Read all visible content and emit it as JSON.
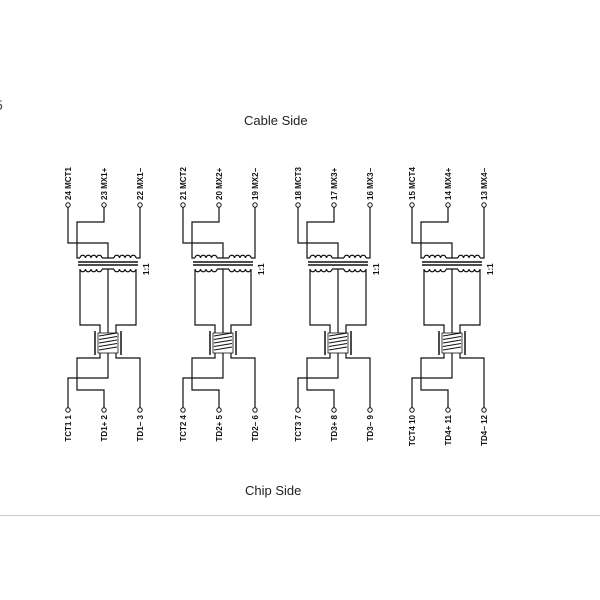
{
  "edge_fragment": "5",
  "cable_side_label": "Cable Side",
  "chip_side_label": "Chip Side",
  "ratio_label": "1:1",
  "channels": [
    {
      "top": [
        {
          "num": "24",
          "label": "MCT1"
        },
        {
          "num": "23",
          "label": "MX1+"
        },
        {
          "num": "22",
          "label": "MX1−"
        }
      ],
      "bottom": [
        {
          "num": "1",
          "label": "TCT1"
        },
        {
          "num": "2",
          "label": "TD1+"
        },
        {
          "num": "3",
          "label": "TD1−"
        }
      ]
    },
    {
      "top": [
        {
          "num": "21",
          "label": "MCT2"
        },
        {
          "num": "20",
          "label": "MX2+"
        },
        {
          "num": "19",
          "label": "MX2−"
        }
      ],
      "bottom": [
        {
          "num": "4",
          "label": "TCT2"
        },
        {
          "num": "5",
          "label": "TD2+"
        },
        {
          "num": "6",
          "label": "TD2−"
        }
      ]
    },
    {
      "top": [
        {
          "num": "18",
          "label": "MCT3"
        },
        {
          "num": "17",
          "label": "MX3+"
        },
        {
          "num": "16",
          "label": "MX3−"
        }
      ],
      "bottom": [
        {
          "num": "7",
          "label": "TCT3"
        },
        {
          "num": "8",
          "label": "TD3+"
        },
        {
          "num": "9",
          "label": "TD3−"
        }
      ]
    },
    {
      "top": [
        {
          "num": "15",
          "label": "MCT4"
        },
        {
          "num": "14",
          "label": "MX4+"
        },
        {
          "num": "13",
          "label": "MX4−"
        }
      ],
      "bottom": [
        {
          "num": "10",
          "label": "TCT4"
        },
        {
          "num": "11",
          "label": "TD4+"
        },
        {
          "num": "12",
          "label": "TD4−"
        }
      ]
    }
  ]
}
